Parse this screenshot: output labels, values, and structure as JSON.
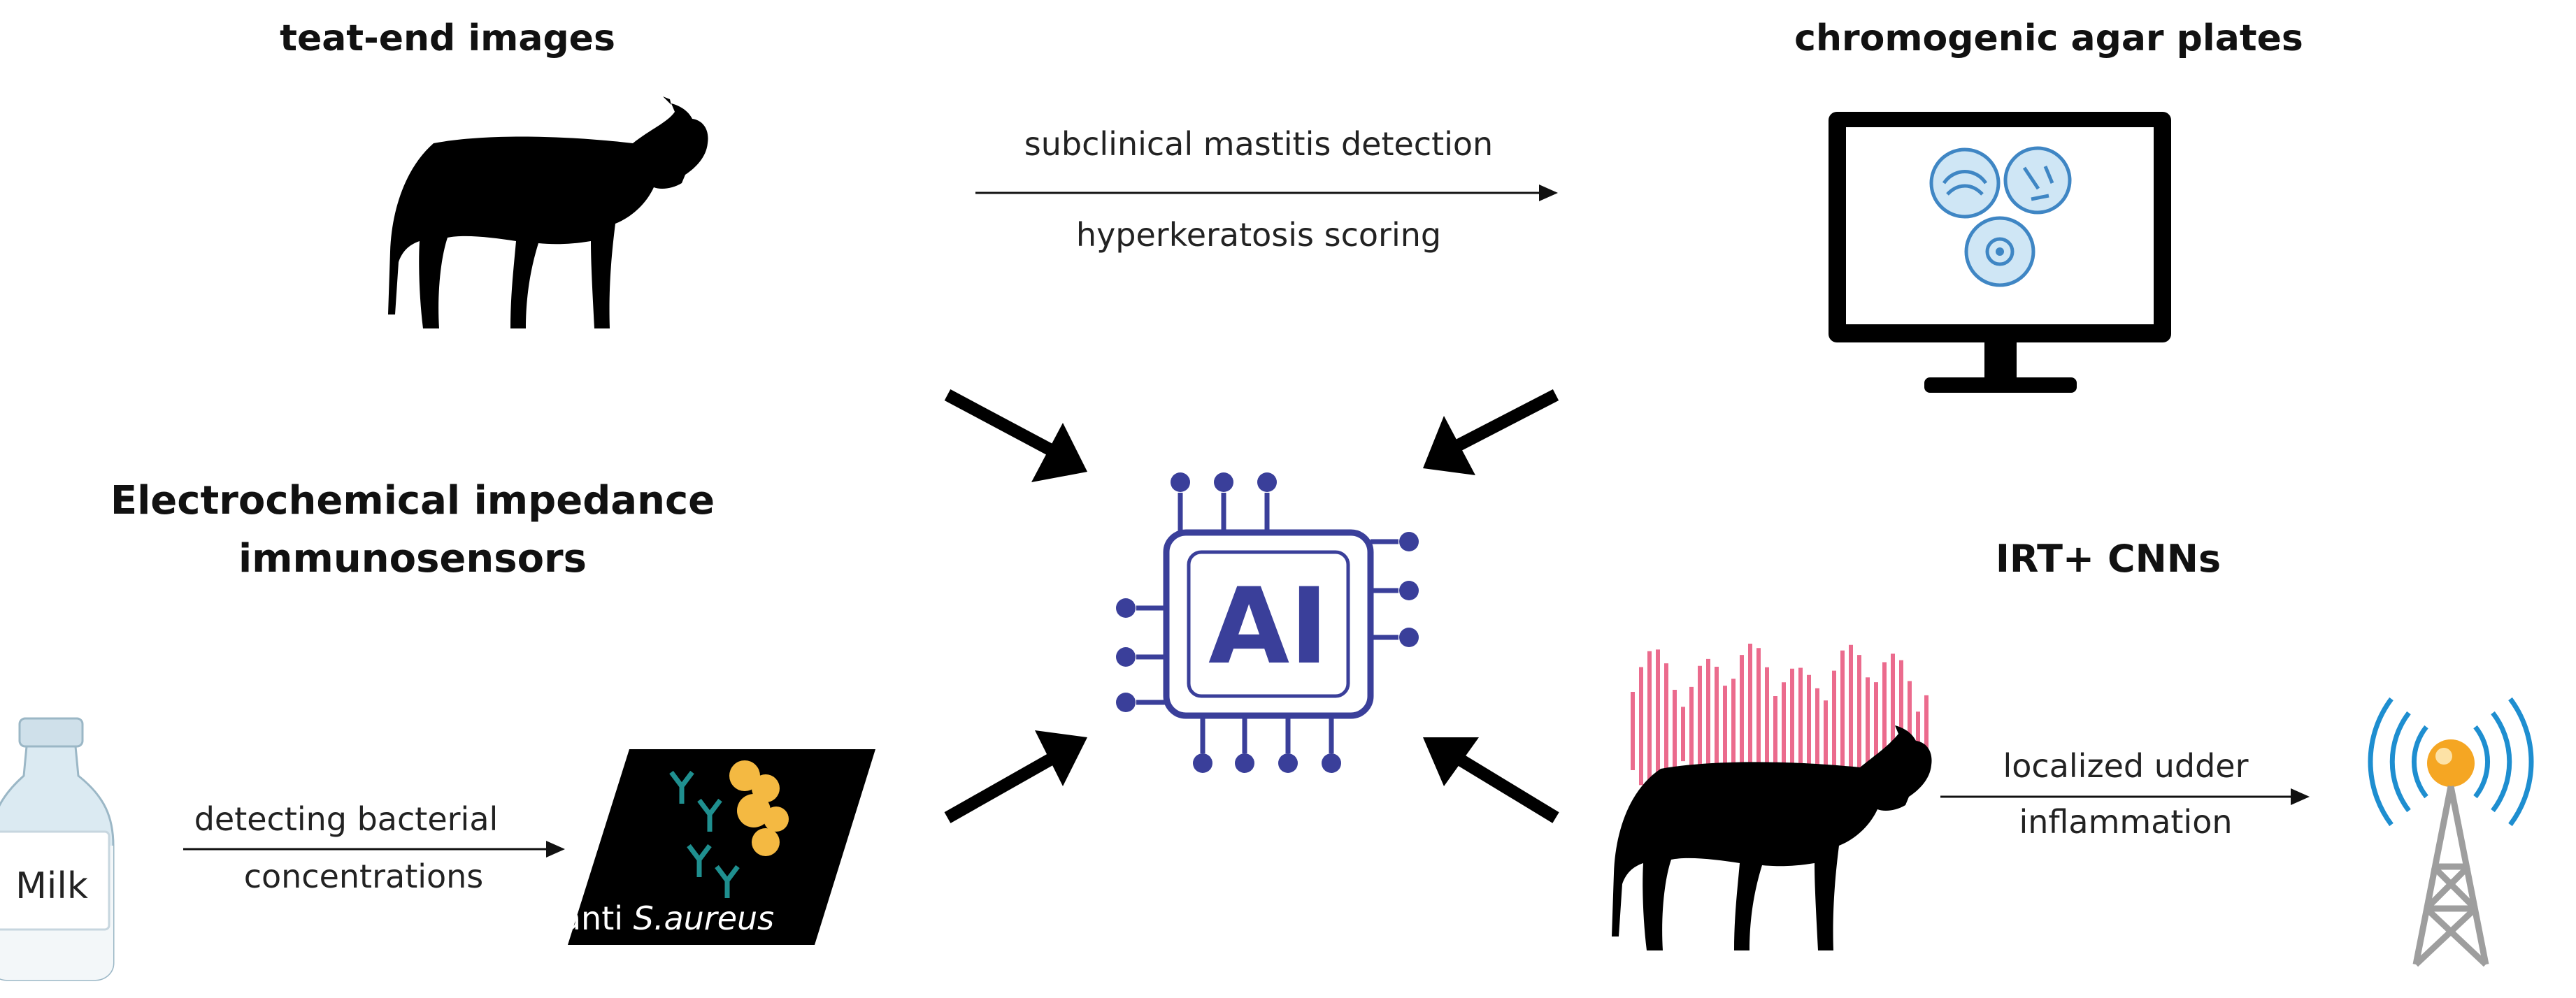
{
  "labels": {
    "teat_end": "teat-end images",
    "chromogenic": "chromogenic agar plates",
    "subclinical": "subclinical mastitis detection",
    "hyperkeratosis": "hyperkeratosis scoring",
    "electro_line1": "Electrochemical impedance",
    "electro_line2": "immunosensors",
    "irt": "IRT+ CNNs",
    "detecting_line1": "detecting bacterial",
    "detecting_line2": "concentrations",
    "milk": "Milk",
    "anti_prefix": "anti ",
    "anti_species": "S.aureus",
    "localized_line1": "localized udder",
    "localized_line2": "inflammation",
    "ai": "AI"
  },
  "colors": {
    "ai_chip": "#3a3f9a",
    "arrow": "#000000",
    "plate_fill": "#cfe6f5",
    "plate_stroke": "#3f86c4",
    "milk_bottle": "#dbeaf2",
    "antibody": "#1f8f8f",
    "bacteria": "#f4b942",
    "thermal": "#e8527a",
    "tower_signal": "#1e8ed0",
    "tower_core": "#f5a623"
  },
  "icons": [
    "cow-silhouette-icon",
    "monitor-icon",
    "petri-dish-icon",
    "ai-chip-icon",
    "milk-bottle-icon",
    "sensor-card-icon",
    "thermal-cow-icon",
    "signal-tower-icon"
  ]
}
